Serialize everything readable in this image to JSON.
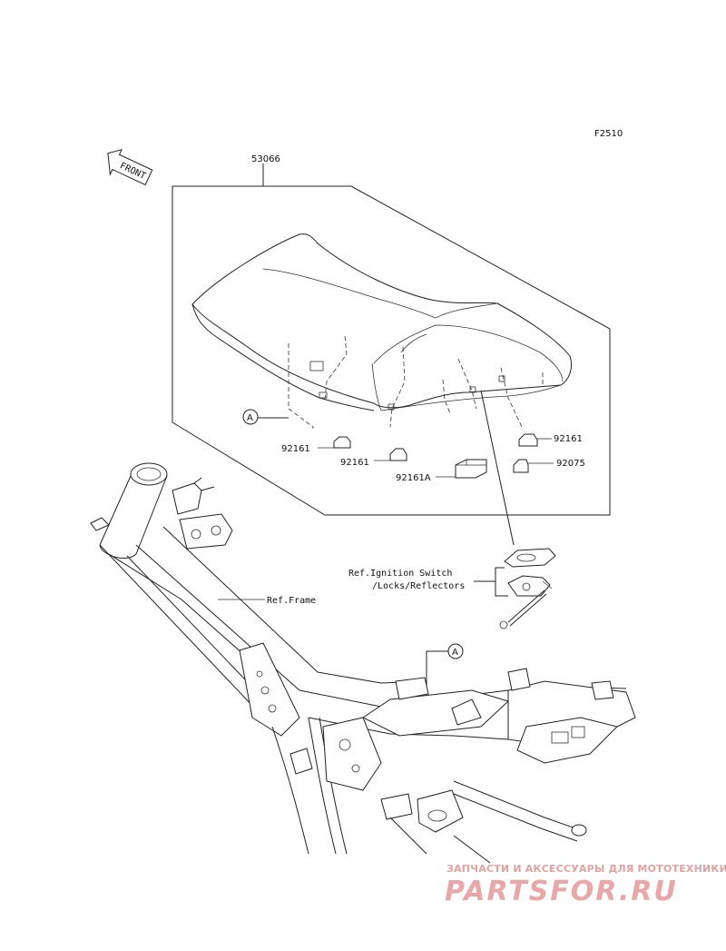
{
  "figure_code": "F2510",
  "front_label": "FRONT",
  "parts": {
    "seat": "53066",
    "bumper_1": "92161",
    "bumper_2": "92161",
    "bumper_3": "92161",
    "bumper_a": "92161A",
    "bumper_b": "92075"
  },
  "refs": {
    "ignition_line1": "Ref.Ignition Switch",
    "ignition_line2": "/Locks/Reflectors",
    "frame": "Ref.Frame"
  },
  "callout_marker": "A",
  "watermark": {
    "line1": "ЗАПЧАСТИ И АКСЕССУАРЫ ДЛЯ МОТОТЕХНИКИ",
    "line2": "PARTSFOR.RU"
  },
  "colors": {
    "line": "#222222",
    "watermark": "#e9a7a7"
  }
}
